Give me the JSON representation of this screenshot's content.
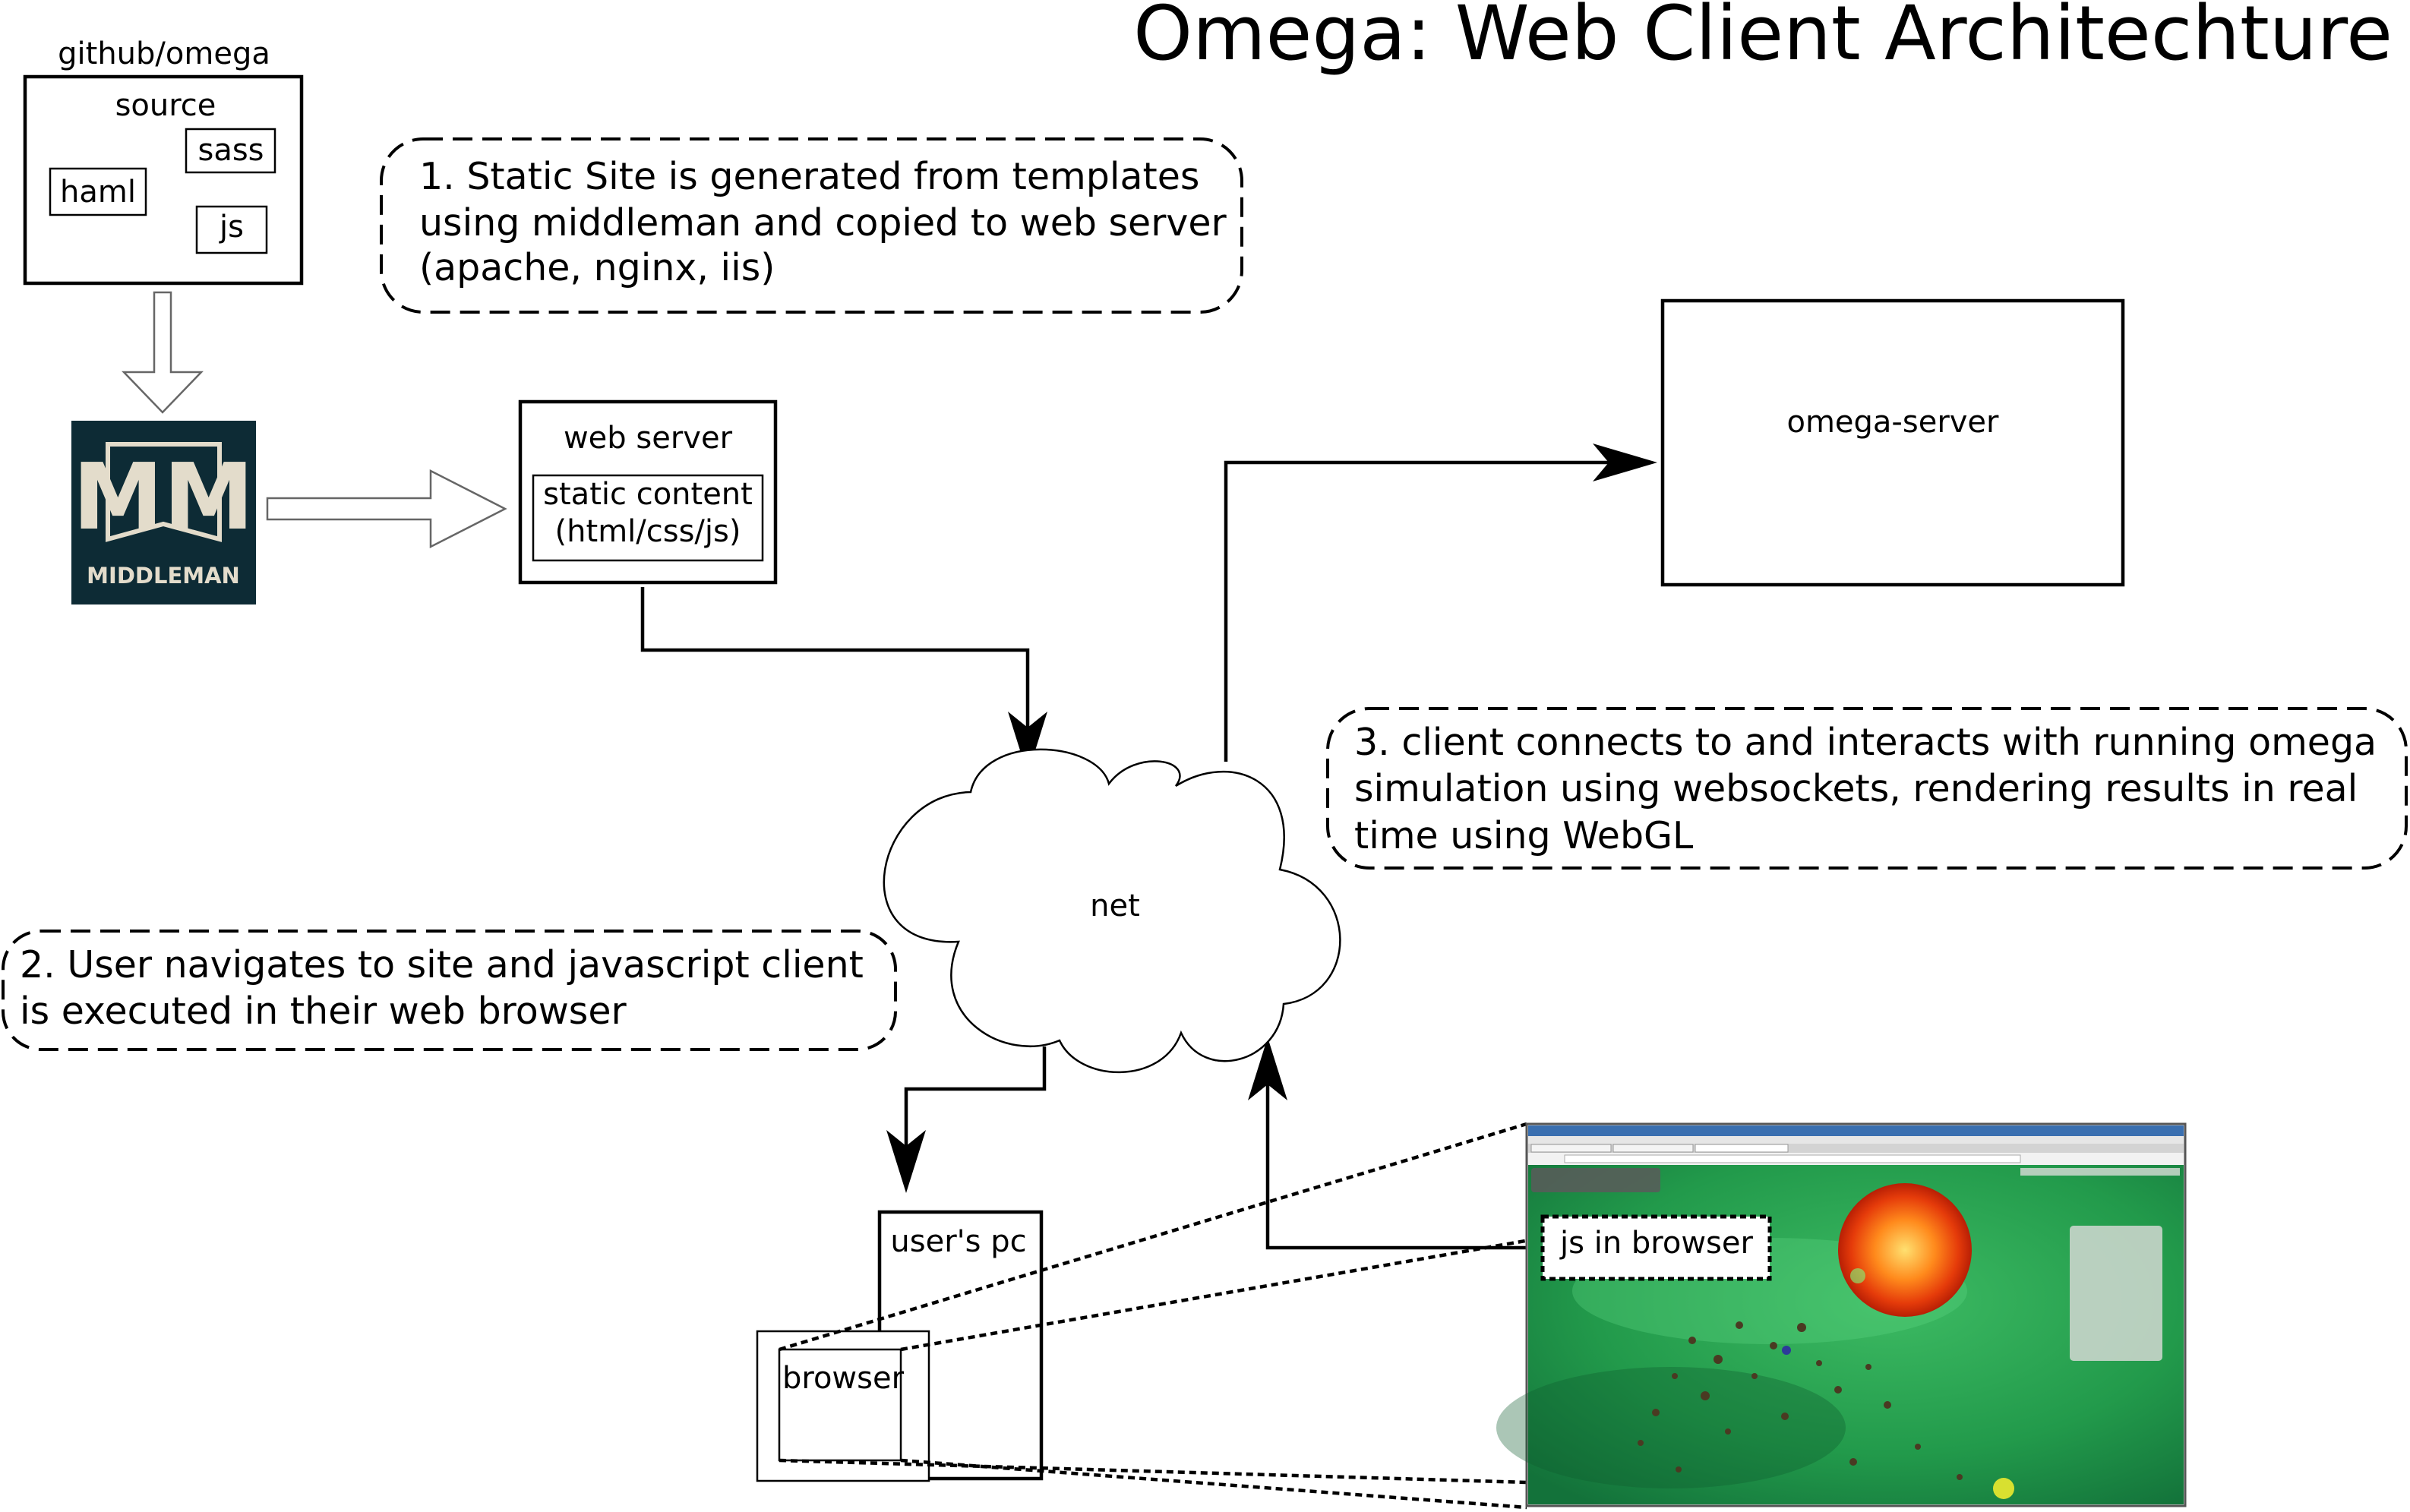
{
  "title": "Omega: Web Client Architechture",
  "repo": {
    "name": "github/omega",
    "source_label": "source",
    "files": [
      "sass",
      "haml",
      "js"
    ]
  },
  "middleman": {
    "logo_letters": "MM",
    "logo_text": "MIDDLEMAN"
  },
  "web_server": {
    "label": "web server",
    "content_line1": "static content",
    "content_line2": "(html/css/js)"
  },
  "omega_server": {
    "label": "omega-server"
  },
  "net": {
    "label": "net"
  },
  "users_pc": {
    "label": "user's pc",
    "browser_label": "browser"
  },
  "js_in_browser": {
    "label": "js in browser"
  },
  "notes": {
    "note1": [
      "1. Static Site is generated from templates",
      "using middleman and copied to web server",
      "(apache, nginx, iis)"
    ],
    "note2": [
      "2. User navigates to site and javascript client",
      "is executed in their web browser"
    ],
    "note3": [
      "3. client connects to and interacts with running omega",
      "simulation using websockets, rendering results in real",
      "time using WebGL"
    ]
  },
  "colors": {
    "middleman_bg": "#0d2b35",
    "middleman_logo": "#e3dccb",
    "game_space": "#27a04e",
    "sun": "#ff5a10"
  }
}
